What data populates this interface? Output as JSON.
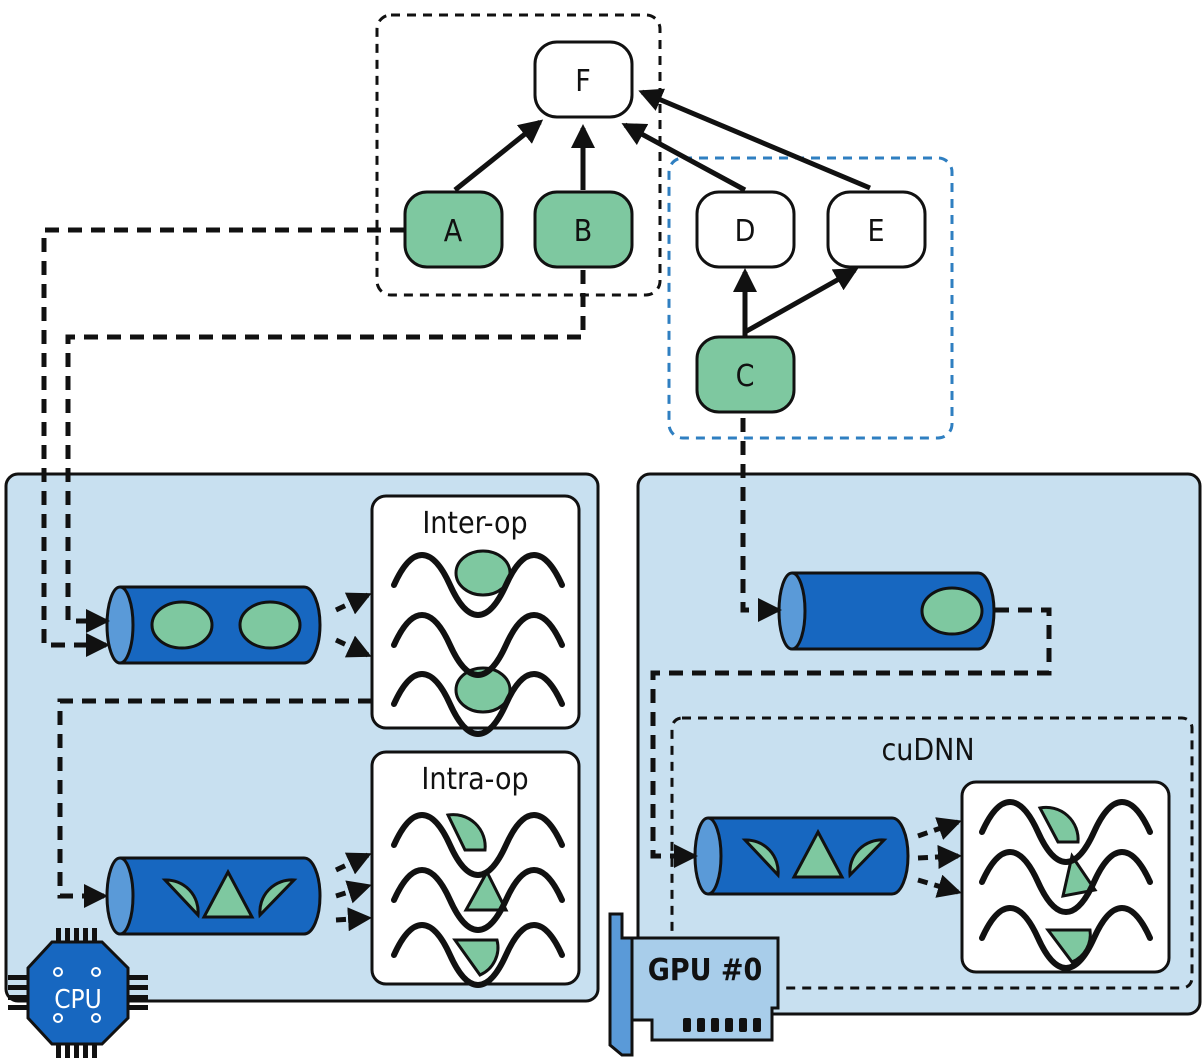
{
  "graph": {
    "nodes": [
      {
        "id": "F",
        "label": "F",
        "style": "white"
      },
      {
        "id": "A",
        "label": "A",
        "style": "green"
      },
      {
        "id": "B",
        "label": "B",
        "style": "green"
      },
      {
        "id": "D",
        "label": "D",
        "style": "white"
      },
      {
        "id": "E",
        "label": "E",
        "style": "white"
      },
      {
        "id": "C",
        "label": "C",
        "style": "green"
      }
    ],
    "edges": [
      {
        "from": "A",
        "to": "F"
      },
      {
        "from": "B",
        "to": "F"
      },
      {
        "from": "D",
        "to": "F"
      },
      {
        "from": "E",
        "to": "F"
      },
      {
        "from": "C",
        "to": "D"
      },
      {
        "from": "C",
        "to": "E"
      }
    ]
  },
  "cpu": {
    "inter_op_label": "Inter-op",
    "intra_op_label": "Intra-op",
    "chip_label": "CPU"
  },
  "gpu": {
    "library_label": "cuDNN",
    "card_label": "GPU #0"
  },
  "colors": {
    "green": "#7ec8a0",
    "queue_blue": "#1767c0",
    "panel_blue": "#c8e0f0",
    "gpu_group_dash": "#2f7fc1",
    "outline": "#111111"
  }
}
